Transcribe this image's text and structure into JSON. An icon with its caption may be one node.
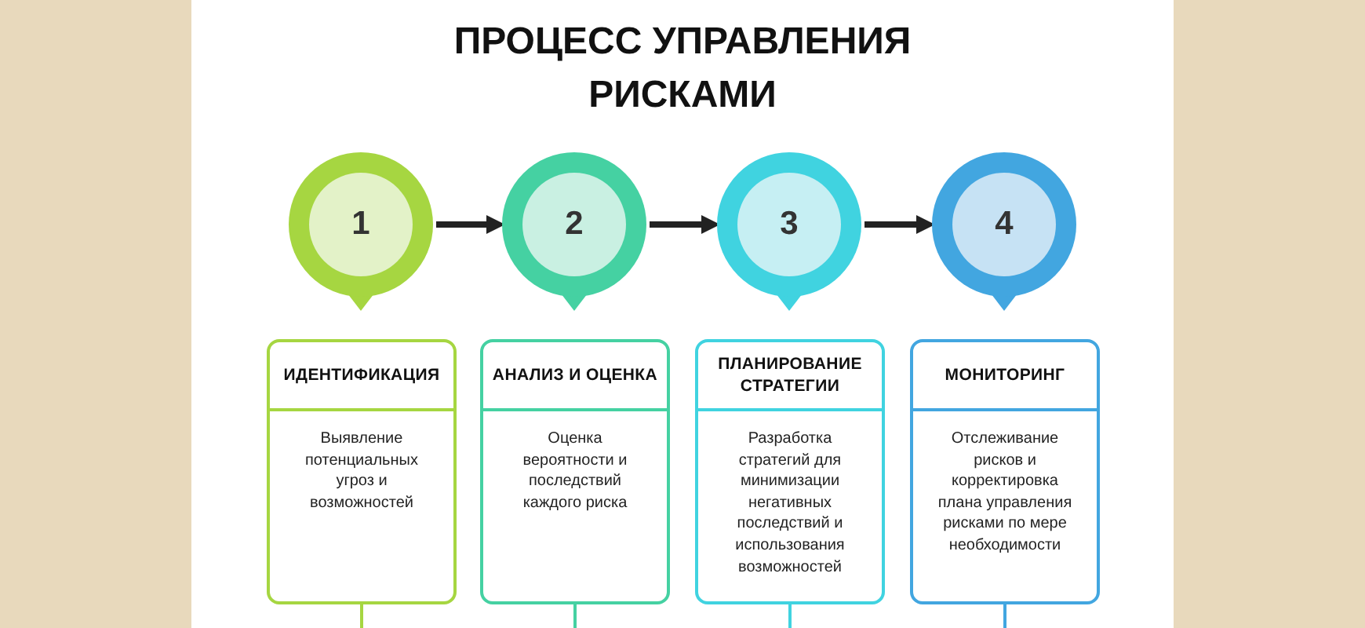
{
  "diagram": {
    "title": "ПРОЦЕСС УПРАВЛЕНИЯ РИСКАМИ",
    "nodes": [
      {
        "text": [
          "1"
        ]
      },
      {
        "text": [
          "2"
        ]
      },
      {
        "text": [
          "3"
        ]
      },
      {
        "text": [
          "4"
        ]
      },
      {
        "text": [
          "ИДЕНТИФИКАЦИЯ",
          "Выявление потенциальных угроз и возможностей"
        ]
      },
      {
        "text": [
          "АНАЛИЗ И ОЦЕНКА",
          "Оценка вероятности и последствий каждого риска"
        ]
      },
      {
        "text": [
          "ПЛАНИРОВАНИЕ СТРАТЕГИИ",
          "Разработка стратегий для минимизации негативных последствий и использования возможностей"
        ]
      },
      {
        "text": [
          "МОНИТОРИНГ",
          "Отслеживание рисков и корректировка плана управления рисками по мере необходимости"
        ]
      }
    ],
    "edges": [
      {
        "from": 0,
        "to": 1,
        "arrow": "to",
        "style": "thick"
      },
      {
        "from": 1,
        "to": 2,
        "arrow": "to",
        "style": "thick"
      },
      {
        "from": 2,
        "to": 3,
        "arrow": "to",
        "style": "thick"
      },
      {
        "from": 4,
        "to": null,
        "arrow": "none",
        "color": "#a6d641"
      },
      {
        "from": 5,
        "to": null,
        "arrow": "none",
        "color": "#45d1a2"
      },
      {
        "from": 6,
        "to": null,
        "arrow": "none",
        "color": "#40d3e0"
      },
      {
        "from": 7,
        "to": null,
        "arrow": "none",
        "color": "#42a6e0"
      }
    ]
  }
}
